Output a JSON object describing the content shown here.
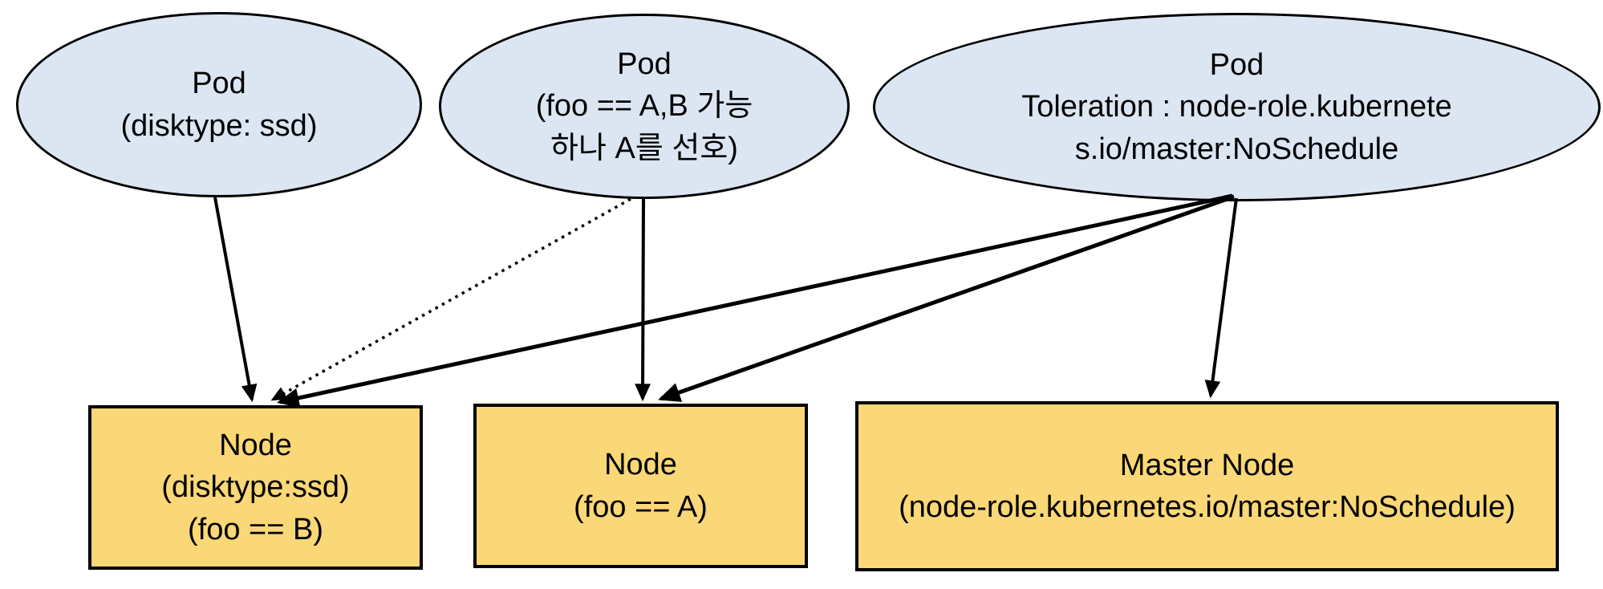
{
  "diagram": {
    "background_color": "#ffffff",
    "stroke_color": "#000000",
    "pod_fill_color": "#dce6f2",
    "node_fill_color": "#fad877",
    "pods": [
      {
        "id": "pod-1",
        "label": "Pod\n(disktype: ssd)"
      },
      {
        "id": "pod-2",
        "label": "Pod\n(foo == A,B 가능\n하나 A를 선호)"
      },
      {
        "id": "pod-3",
        "label": "Pod\nToleration : node-role.kubernete\ns.io/master:NoSchedule"
      }
    ],
    "nodes": [
      {
        "id": "node-1",
        "label": "Node\n(disktype:ssd)\n(foo == B)"
      },
      {
        "id": "node-2",
        "label": "Node\n(foo == A)"
      },
      {
        "id": "node-3",
        "label": "Master Node\n(node-role.kubernetes.io/master:NoSchedule)"
      }
    ],
    "edges": [
      {
        "from": "pod-1",
        "to": "node-1",
        "style": "solid"
      },
      {
        "from": "pod-2",
        "to": "node-1",
        "style": "dotted"
      },
      {
        "from": "pod-2",
        "to": "node-2",
        "style": "solid"
      },
      {
        "from": "pod-3",
        "to": "node-1",
        "style": "solid"
      },
      {
        "from": "pod-3",
        "to": "node-2",
        "style": "solid"
      },
      {
        "from": "pod-3",
        "to": "node-3",
        "style": "solid"
      }
    ]
  }
}
